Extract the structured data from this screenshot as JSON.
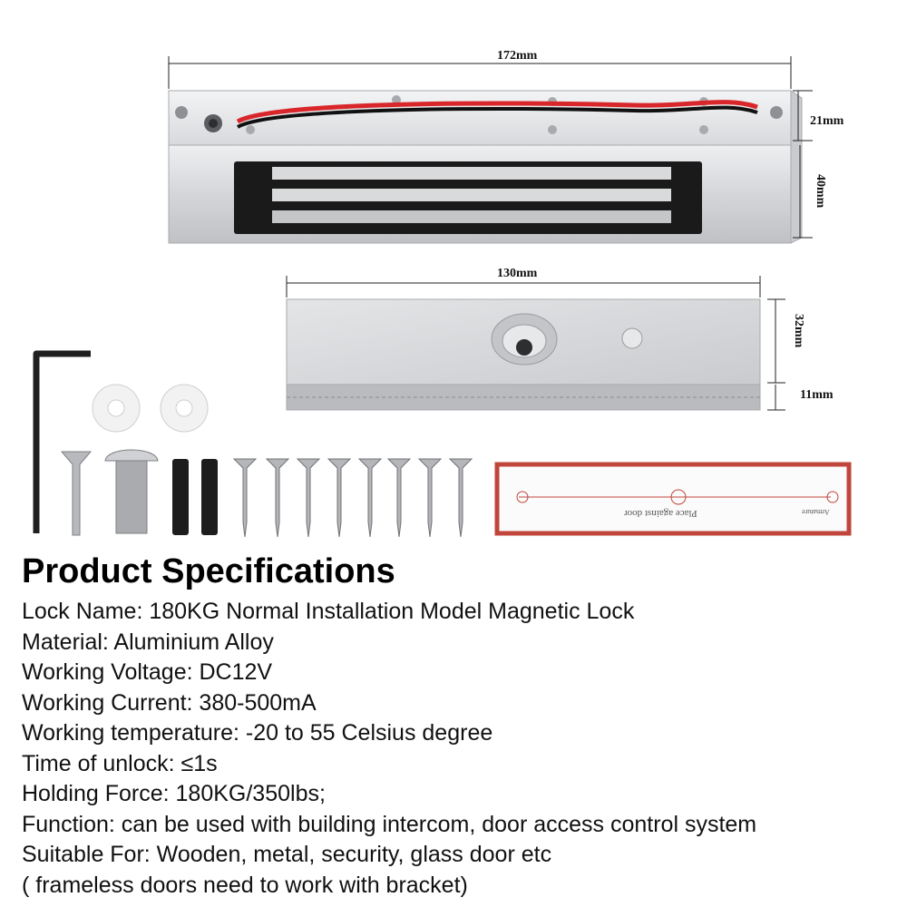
{
  "dimensions": {
    "lock_length": "172mm",
    "lock_depth": "21mm",
    "lock_height": "40mm",
    "plate_length": "130mm",
    "plate_height": "32mm",
    "plate_thickness": "11mm"
  },
  "sticker": {
    "text": "Place against door",
    "side_text": "Armature"
  },
  "specifications": {
    "title": "Product Specifications",
    "rows": [
      "Lock Name: 180KG Normal Installation Model Magnetic Lock",
      "Material: Aluminium Alloy",
      "Working Voltage: DC12V",
      "Working Current: 380-500mA",
      "Working temperature: -20 to 55 Celsius degree",
      "Time of unlock: ≤1s",
      "Holding Force: 180KG/350lbs;",
      "Function: can be used with building intercom, door access control system",
      "Suitable For: Wooden, metal, security, glass door etc",
      "( frameless doors need to work with bracket)"
    ]
  },
  "colors": {
    "aluminium": "#d9dadc",
    "magnet_black": "#1a1a1a",
    "wire_red": "#d8262a",
    "sticker_border": "#c0463c"
  }
}
